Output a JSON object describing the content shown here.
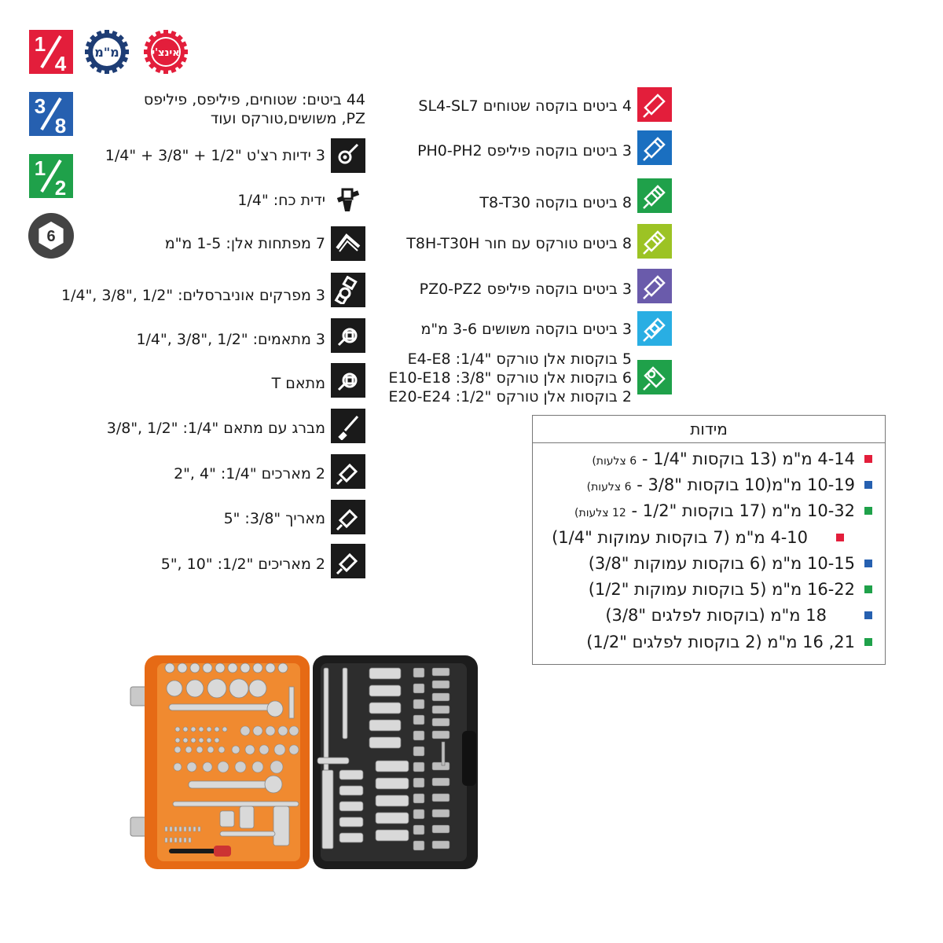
{
  "badges": {
    "quarter": {
      "num": "1",
      "den": "4",
      "color": "#e31e3b"
    },
    "mm": {
      "label": "מ\"מ",
      "color": "#1e3d75"
    },
    "inch": {
      "label": "אינצ'י",
      "color": "#e31e3b"
    },
    "three_eighths": {
      "num": "3",
      "den": "8",
      "color": "#2660b0"
    },
    "half": {
      "num": "1",
      "den": "2",
      "color": "#1fa14a"
    },
    "hex": {
      "label": "6",
      "color": "#444444"
    }
  },
  "bits_summary": {
    "line1": "44 ביטים: שטוחים, פיליפס, פיליפס",
    "line2": "PZ, משושים,טורקס ועוד"
  },
  "left_items": [
    {
      "icon": "ratchet-icon",
      "label": "3 ידיות רצ'ט \"1/2 + \"3/8 + \"1/4"
    },
    {
      "icon": "power-handle-icon",
      "label": "ידית כח: \"1/4"
    },
    {
      "icon": "allen-key-icon",
      "label": "7 מפתחות אלן: 1-5 מ\"מ"
    },
    {
      "icon": "universal-joint-icon",
      "label": "3 מפרקים אוניברסלים: \"1/2 ,\"3/8 ,\"1/4"
    },
    {
      "icon": "adapter-icon",
      "label": "3 מתאמים: \"1/2 ,\"3/8 ,\"1/4"
    },
    {
      "icon": "t-adapter-icon",
      "label": "מתאם T"
    },
    {
      "icon": "screwdriver-adapter-icon",
      "label": "מברג עם מתאם \"1/4: \"1/2 ,\"3/8"
    },
    {
      "icon": "extension-icon",
      "label": "2 מארכים \"1/4: \"4 ,\"2"
    },
    {
      "icon": "extension-icon",
      "label": "מאריך \"3/8: \"5"
    },
    {
      "icon": "extension-icon",
      "label": "2 מאריכים \"1/2: \"10 ,\"5"
    }
  ],
  "right_items": [
    {
      "icon": "slotted-bit-icon",
      "color": "#e31e3b",
      "label": "4 ביטים בוקסה שטוחים SL4-SL7"
    },
    {
      "icon": "phillips-bit-icon",
      "color": "#1a6fc0",
      "label": "3 ביטים בוקסה פיליפס PH0-PH2"
    },
    {
      "icon": "torx-bit-icon",
      "color": "#1fa14a",
      "label": "8 ביטים בוקסה T8-T30"
    },
    {
      "icon": "torx-hole-bit-icon",
      "color": "#9cc324",
      "label": "8 ביטים טורקס עם חור T8H-T30H"
    },
    {
      "icon": "pozidriv-bit-icon",
      "color": "#6a5bab",
      "label": "3 ביטים בוקסה פיליפס PZ0-PZ2"
    },
    {
      "icon": "hex-bit-icon",
      "color": "#29aee3",
      "label": "3 ביטים בוקסה משושים 3-6 מ\"מ"
    }
  ],
  "torx_sockets": {
    "icon": "e-torx-socket-icon",
    "color": "#1fa14a",
    "lines": [
      "5 בוקסות אלן טורקס \"1/4: E4-E8",
      "6 בוקסות אלן טורקס \"3/8: E10-E18",
      "2 בוקסות אלן טורקס \"1/2: E20-E24"
    ]
  },
  "dimensions": {
    "title": "מידות",
    "rows": [
      {
        "color": "#e31e3b",
        "text": "4-14 מ\"מ (13 בוקסות \"1/4 - ",
        "small": "6 צלעות)"
      },
      {
        "color": "#2660b0",
        "text": "10-19 מ\"מ(10 בוקסות \"3/8 - ",
        "small": "6 צלעות)"
      },
      {
        "color": "#1fa14a",
        "text": "10-32 מ\"מ (17 בוקסות \"1/2 - ",
        "small": "12 צלעות)"
      },
      {
        "color": "#e31e3b",
        "text": "4-10 מ\"מ (7 בוקסות עמוקות \"1/4)",
        "small": ""
      },
      {
        "color": "#2660b0",
        "text": "10-15 מ\"מ (6 בוקסות עמוקות \"3/8)",
        "small": ""
      },
      {
        "color": "#1fa14a",
        "text": "16-22 מ\"מ (5 בוקסות עמוקות \"1/2)",
        "small": ""
      },
      {
        "color": "#2660b0",
        "text": "18 מ\"מ (בוקסות לפלגים \"3/8)",
        "small": ""
      },
      {
        "color": "#1fa14a",
        "text": "21, 16 מ\"מ (2 בוקסות לפלגים \"1/2)",
        "small": ""
      }
    ]
  }
}
